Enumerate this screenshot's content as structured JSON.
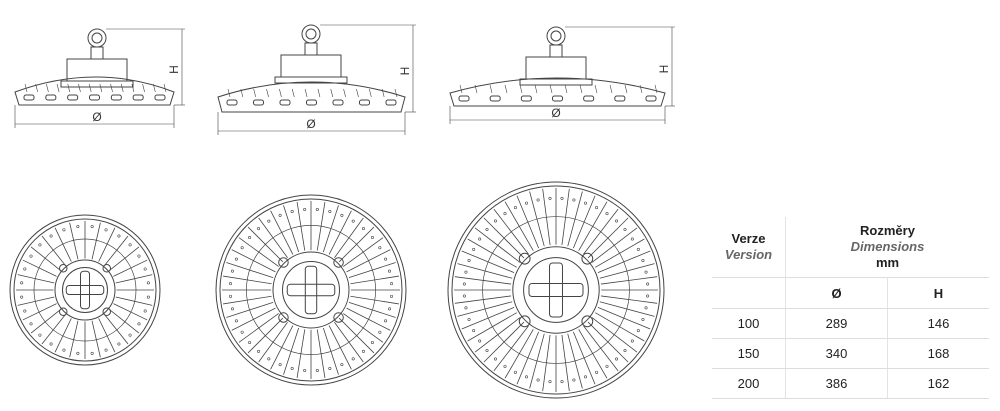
{
  "drawings": {
    "diameter_label": "Ø",
    "height_label": "H"
  },
  "table": {
    "version_label": "Verze",
    "version_label_en": "Version",
    "dimensions_label": "Rozměry",
    "dimensions_label_en": "Dimensions",
    "unit": "mm",
    "col_diameter": "Ø",
    "col_height": "H",
    "rows": [
      {
        "version": "100",
        "diameter": "289",
        "height": "146"
      },
      {
        "version": "150",
        "diameter": "340",
        "height": "168"
      },
      {
        "version": "200",
        "diameter": "386",
        "height": "162"
      }
    ]
  }
}
